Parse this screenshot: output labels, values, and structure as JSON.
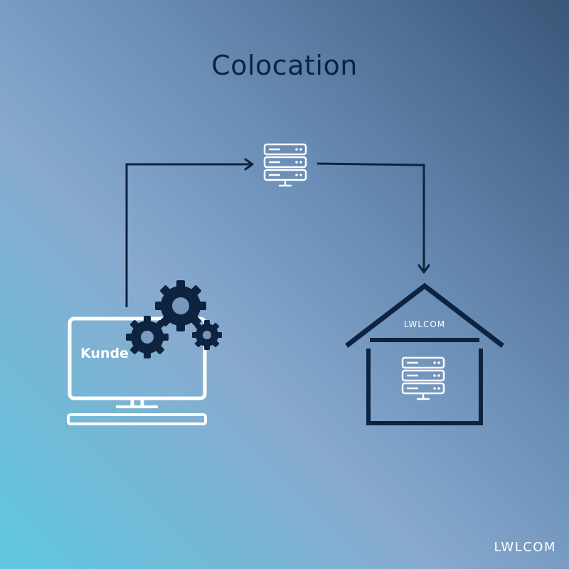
{
  "title": "Colocation",
  "nodes": {
    "customer": {
      "label": "Kunde"
    },
    "datacenter": {
      "label": "LWLCOM"
    }
  },
  "brand": "LWLCOM",
  "colors": {
    "dark": "#0e2340",
    "line": "#ffffff",
    "gradient": [
      "#5ec8df",
      "#88aacf",
      "#6a8db5",
      "#3a5679"
    ]
  },
  "icons": [
    "server-icon",
    "gear-icon",
    "monitor-icon",
    "house-icon",
    "arrow-icon"
  ]
}
